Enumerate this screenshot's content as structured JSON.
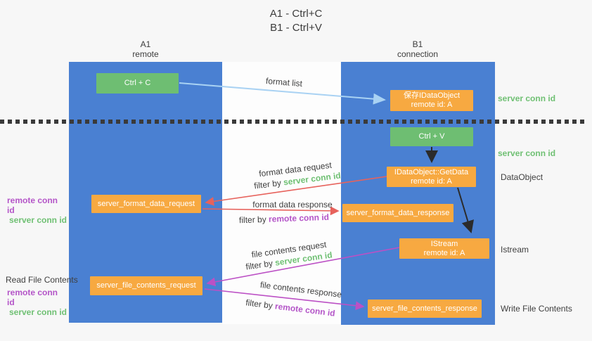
{
  "title": {
    "line1": "A1 - Ctrl+C",
    "line2": "B1 - Ctrl+V"
  },
  "lanes": {
    "left": {
      "name": "A1",
      "role": "remote"
    },
    "right": {
      "name": "B1",
      "role": "connection"
    }
  },
  "nodes": {
    "ctrl_c": {
      "label": "Ctrl + C"
    },
    "ctrl_v": {
      "label": "Ctrl + V"
    },
    "save_dataobject": {
      "line1": "保存IDataObject",
      "line2": "remote id: A"
    },
    "getdata": {
      "line1": "IDataObject::GetData",
      "line2": "remote id: A"
    },
    "istream": {
      "line1": "IStream",
      "line2": "remote id: A"
    },
    "server_format_data_request": {
      "label": "server_format_data_request"
    },
    "server_format_data_response": {
      "label": "server_format_data_response"
    },
    "server_file_contents_request": {
      "label": "server_file_contents_request"
    },
    "server_file_contents_response": {
      "label": "server_file_contents_response"
    }
  },
  "flow_labels": {
    "format_list": "format list",
    "format_data_request": "format data request",
    "format_data_response": "format data response",
    "file_contents_request": "file contents request",
    "file_contents_response": "file contents response",
    "filter_by": "filter by ",
    "server_conn_id": "server conn id",
    "remote_conn_id": "remote conn id"
  },
  "annotations": {
    "server_conn_id_top": "server conn id",
    "server_conn_id_mid": "server conn id",
    "dataobject": "DataObject",
    "istream": "Istream",
    "write_file_contents": "Write File Contents",
    "read_file_contents": "Read File Contents",
    "remote_conn_id": "remote conn id",
    "server_conn_id": "server conn id"
  },
  "colors": {
    "lane_blue": "#4A80D2",
    "green_box": "#6EBE72",
    "orange_box": "#F7A941",
    "red_arrow": "#E7625C",
    "magenta_arrow": "#BC50C5",
    "light_blue_arrow": "#A9D2F3",
    "black_arrow": "#2b2b2b",
    "green_text": "#6FC073",
    "purple_text": "#B455C8"
  }
}
